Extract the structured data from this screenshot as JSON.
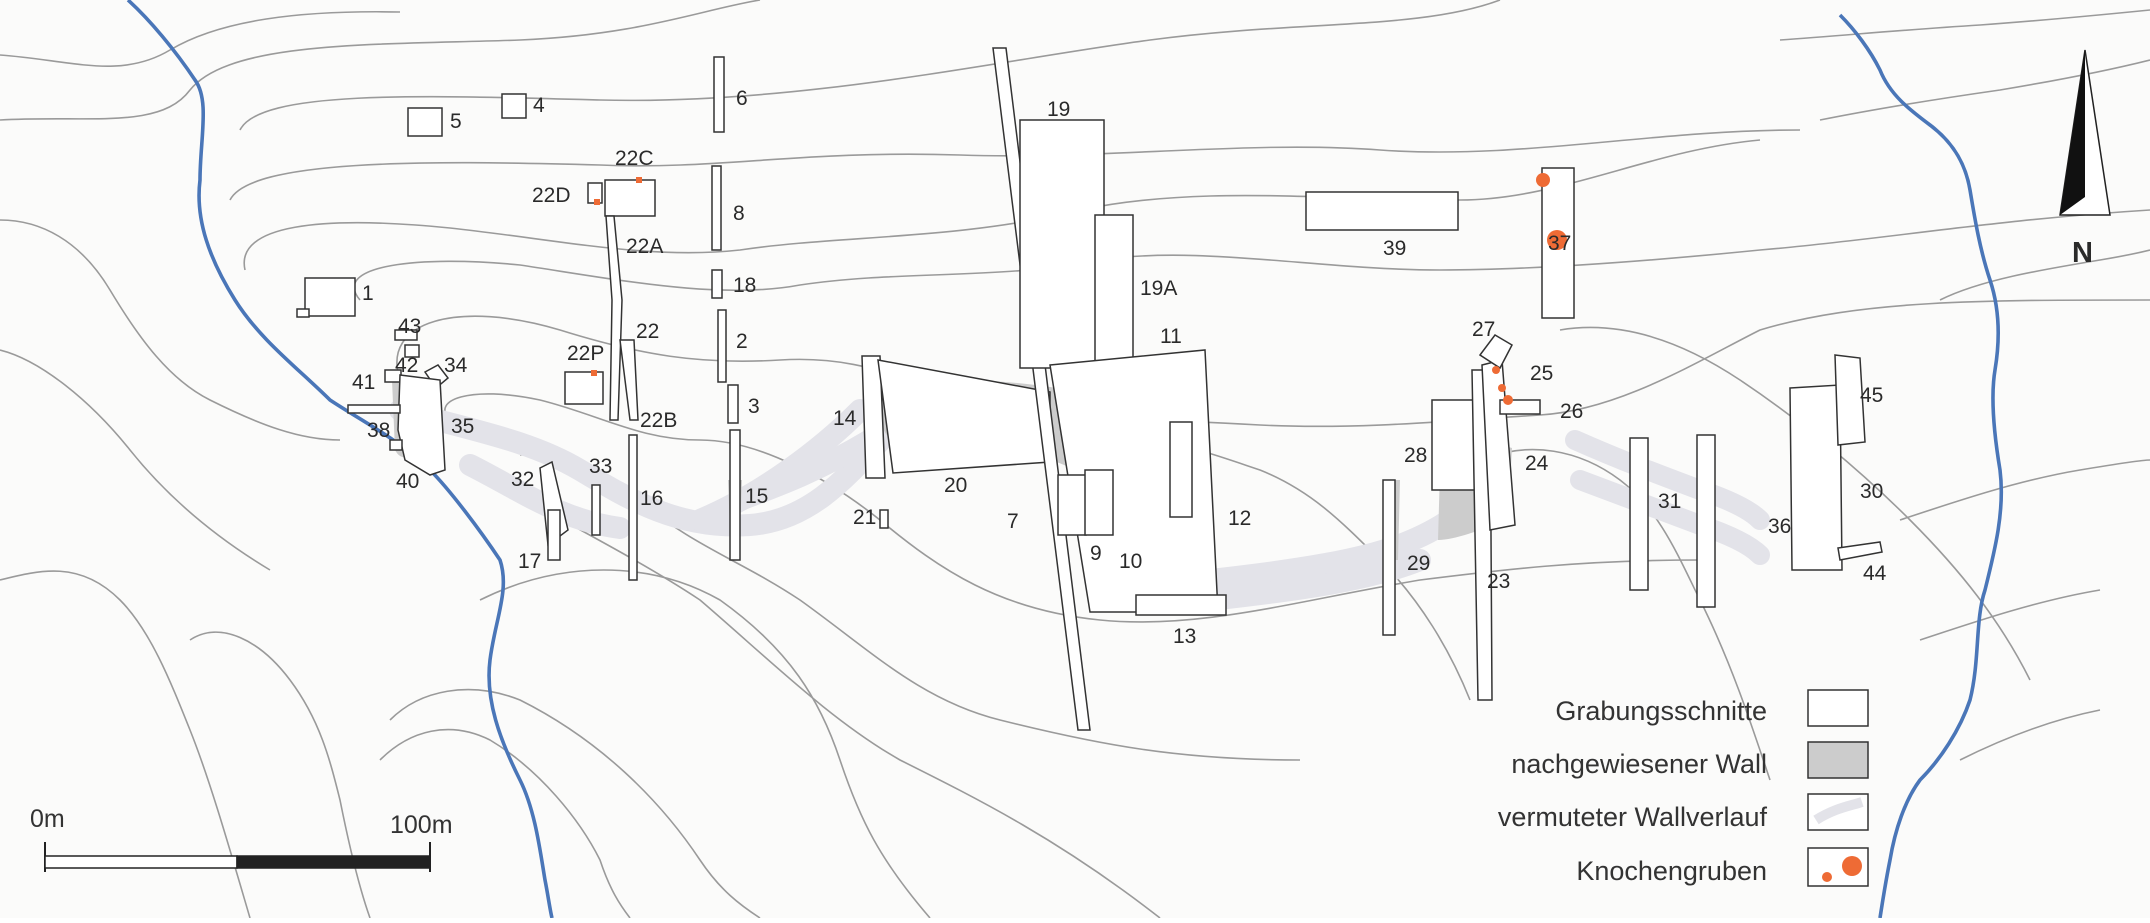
{
  "map": {
    "colors": {
      "river": "#4a76b8",
      "bone_pit": "#ee6b35",
      "proven_wall": "#cccccc",
      "presumed_wall": "#e3e3e9"
    },
    "north_label": "N",
    "scale_bar": {
      "start_label": "0m",
      "end_label": "100m"
    },
    "legend": [
      {
        "label": "Grabungsschnitte"
      },
      {
        "label": "nachgewiesener Wall"
      },
      {
        "label": "vermuteter Wallverlauf"
      },
      {
        "label": "Knochengruben"
      }
    ],
    "trench_labels": [
      "1",
      "2",
      "3",
      "4",
      "5",
      "6",
      "7",
      "8",
      "9",
      "10",
      "11",
      "12",
      "13",
      "14",
      "15",
      "16",
      "17",
      "18",
      "19",
      "19A",
      "20",
      "21",
      "22",
      "22A",
      "22B",
      "22C",
      "22D",
      "22P",
      "23",
      "24",
      "25",
      "26",
      "27",
      "28",
      "29",
      "30",
      "31",
      "32",
      "33",
      "34",
      "35",
      "36",
      "37",
      "38",
      "39",
      "40",
      "41",
      "42",
      "43",
      "44",
      "45"
    ]
  }
}
